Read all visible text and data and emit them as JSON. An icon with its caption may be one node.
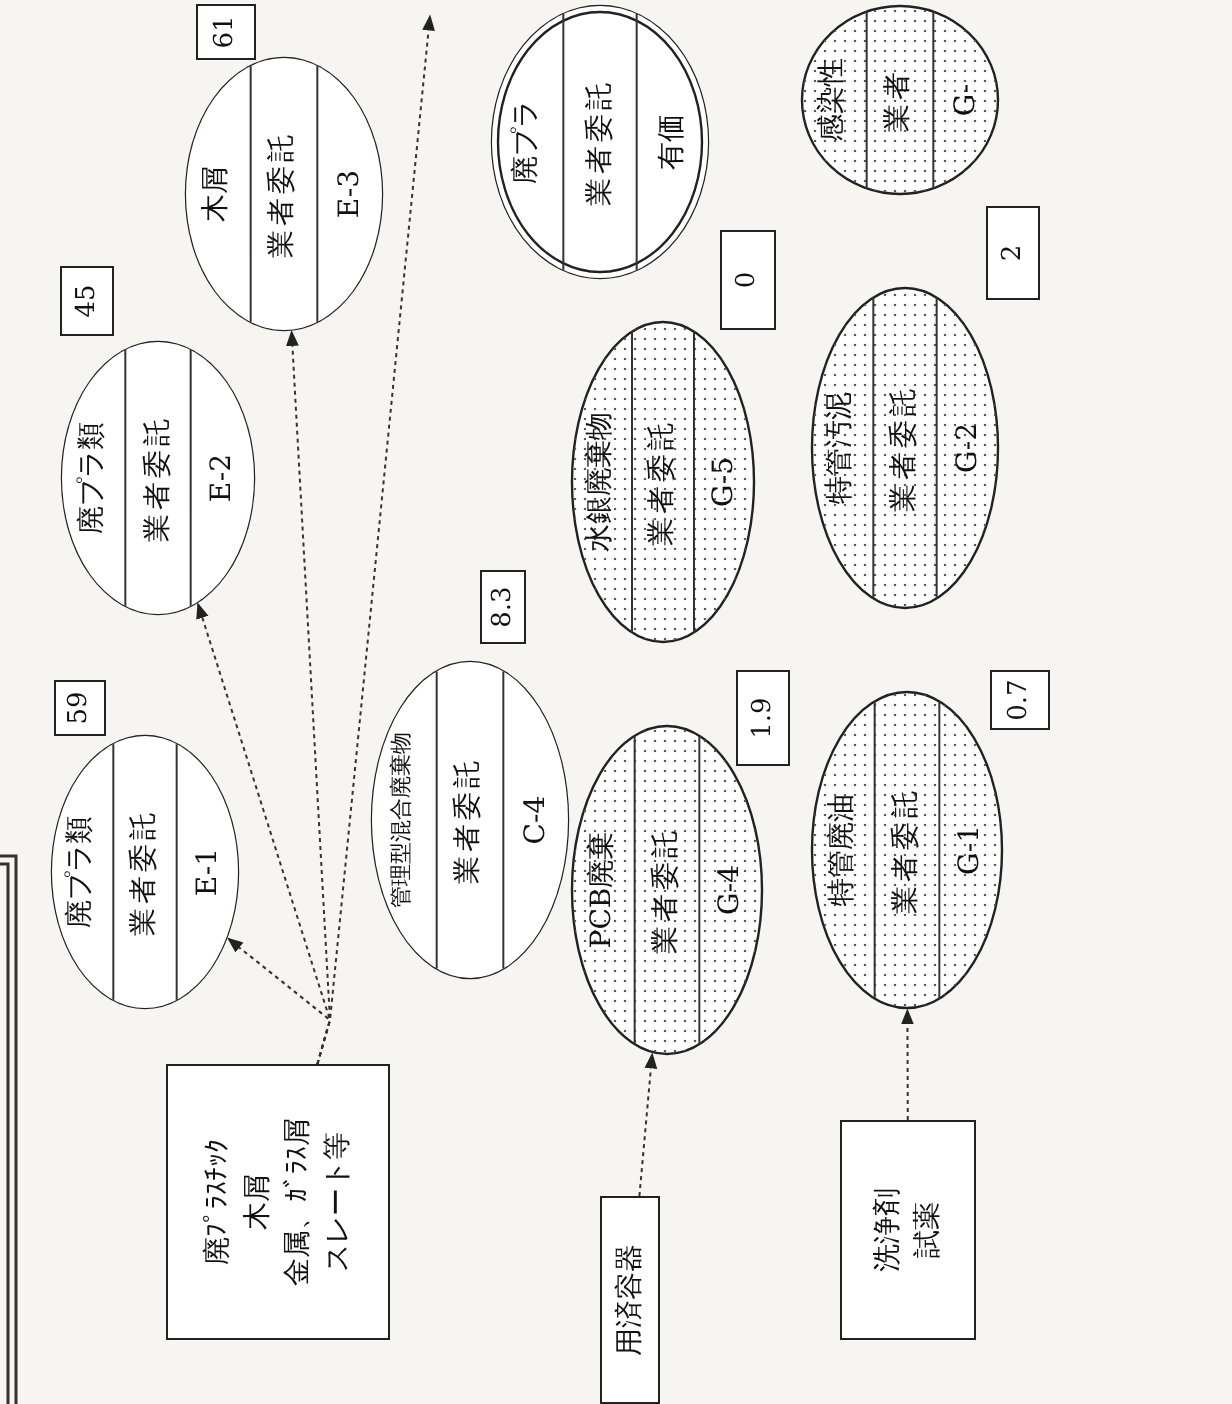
{
  "diagram": {
    "nodes": [
      {
        "text": [
          "廃ﾌﾟﾗｽﾁｯｸ",
          "木屑",
          "金属、ｶﾞﾗｽ屑",
          "スレート等"
        ]
      },
      {
        "text": [
          "廃プラ類",
          "業者委託",
          "E-1"
        ]
      },
      {
        "text": [
          "59"
        ]
      },
      {
        "text": [
          "管理型混合廃棄物",
          "業者委託",
          "C-4"
        ]
      },
      {
        "text": [
          "8.3"
        ]
      },
      {
        "text": [
          "廃プラ類",
          "業者委託",
          "E-2"
        ]
      },
      {
        "text": [
          "45"
        ]
      },
      {
        "text": [
          "PCB廃棄",
          "業者委託",
          "G-4"
        ]
      },
      {
        "text": [
          "1.9"
        ]
      },
      {
        "text": [
          "水銀廃棄物",
          "業者委託",
          "G-5"
        ]
      },
      {
        "text": [
          "0"
        ]
      },
      {
        "text": [
          "木屑",
          "業者委託",
          "E-3"
        ]
      },
      {
        "text": [
          "61"
        ]
      },
      {
        "text": [
          "廃プラ",
          "業者委託",
          "有価"
        ]
      },
      {
        "text": [
          "特管廃油",
          "業者委託",
          "G-1"
        ]
      },
      {
        "text": [
          "0.7"
        ]
      },
      {
        "text": [
          "特管汚泥",
          "業者委託",
          "G-2"
        ]
      },
      {
        "text": [
          "2"
        ]
      },
      {
        "text": [
          "感染性",
          "業者",
          "G-"
        ]
      },
      {
        "text": [
          "用済容器"
        ]
      },
      {
        "text": [
          "洗浄剤",
          "試薬"
        ]
      }
    ],
    "edges": [
      {
        "from": 0,
        "to": 1,
        "arrow": "to",
        "style": "dashed"
      },
      {
        "from": 0,
        "to": 5,
        "arrow": "to",
        "style": "dashed"
      },
      {
        "from": 0,
        "to": 11,
        "arrow": "to",
        "style": "dashed"
      },
      {
        "from": 0,
        "to": null,
        "arrow": "to",
        "style": "dashed"
      },
      {
        "from": 19,
        "to": 7,
        "arrow": "to",
        "style": "dashed"
      },
      {
        "from": 20,
        "to": 14,
        "arrow": "to",
        "style": "dashed"
      }
    ]
  }
}
